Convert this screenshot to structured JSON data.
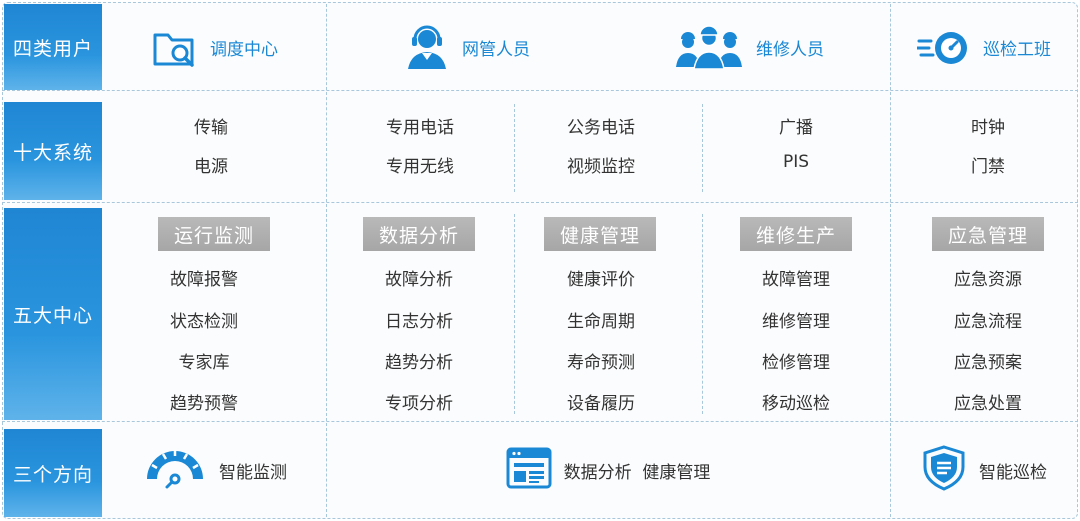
{
  "rows": {
    "users": "四类用户",
    "systems": "十大系统",
    "centers": "五大中心",
    "directions": "三个方向"
  },
  "users": [
    {
      "label": "调度中心",
      "icon": "folder-search-icon"
    },
    {
      "label": "网管人员",
      "icon": "headset-operator-icon"
    },
    {
      "label": "维修人员",
      "icon": "workers-group-icon"
    },
    {
      "label": "巡检工班",
      "icon": "speedometer-flame-icon"
    }
  ],
  "systems": [
    [
      "传输",
      "电源"
    ],
    [
      "专用电话",
      "专用无线"
    ],
    [
      "公务电话",
      "视频监控"
    ],
    [
      "广播",
      "PIS"
    ],
    [
      "时钟",
      "门禁"
    ]
  ],
  "centers": [
    {
      "title": "运行监测",
      "items": [
        "故障报警",
        "状态检测",
        "专家库",
        "趋势预警"
      ]
    },
    {
      "title": "数据分析",
      "items": [
        "故障分析",
        "日志分析",
        "趋势分析",
        "专项分析"
      ]
    },
    {
      "title": "健康管理",
      "items": [
        "健康评价",
        "生命周期",
        "寿命预测",
        "设备履历"
      ]
    },
    {
      "title": "维修生产",
      "items": [
        "故障管理",
        "维修管理",
        "检修管理",
        "移动巡检"
      ]
    },
    {
      "title": "应急管理",
      "items": [
        "应急资源",
        "应急流程",
        "应急预案",
        "应急处置"
      ]
    }
  ],
  "directions": [
    {
      "label": "智能监测",
      "icon": "gauge-icon"
    },
    {
      "label": "数据分析  健康管理",
      "icon": "browser-window-icon"
    },
    {
      "label": "智能巡检",
      "icon": "shield-icon"
    }
  ],
  "colors": {
    "accent": "#1a88d5",
    "label_bg": "#2a95de",
    "center_title_bg": "#a6a6a6",
    "border": "#a9c7dc"
  }
}
